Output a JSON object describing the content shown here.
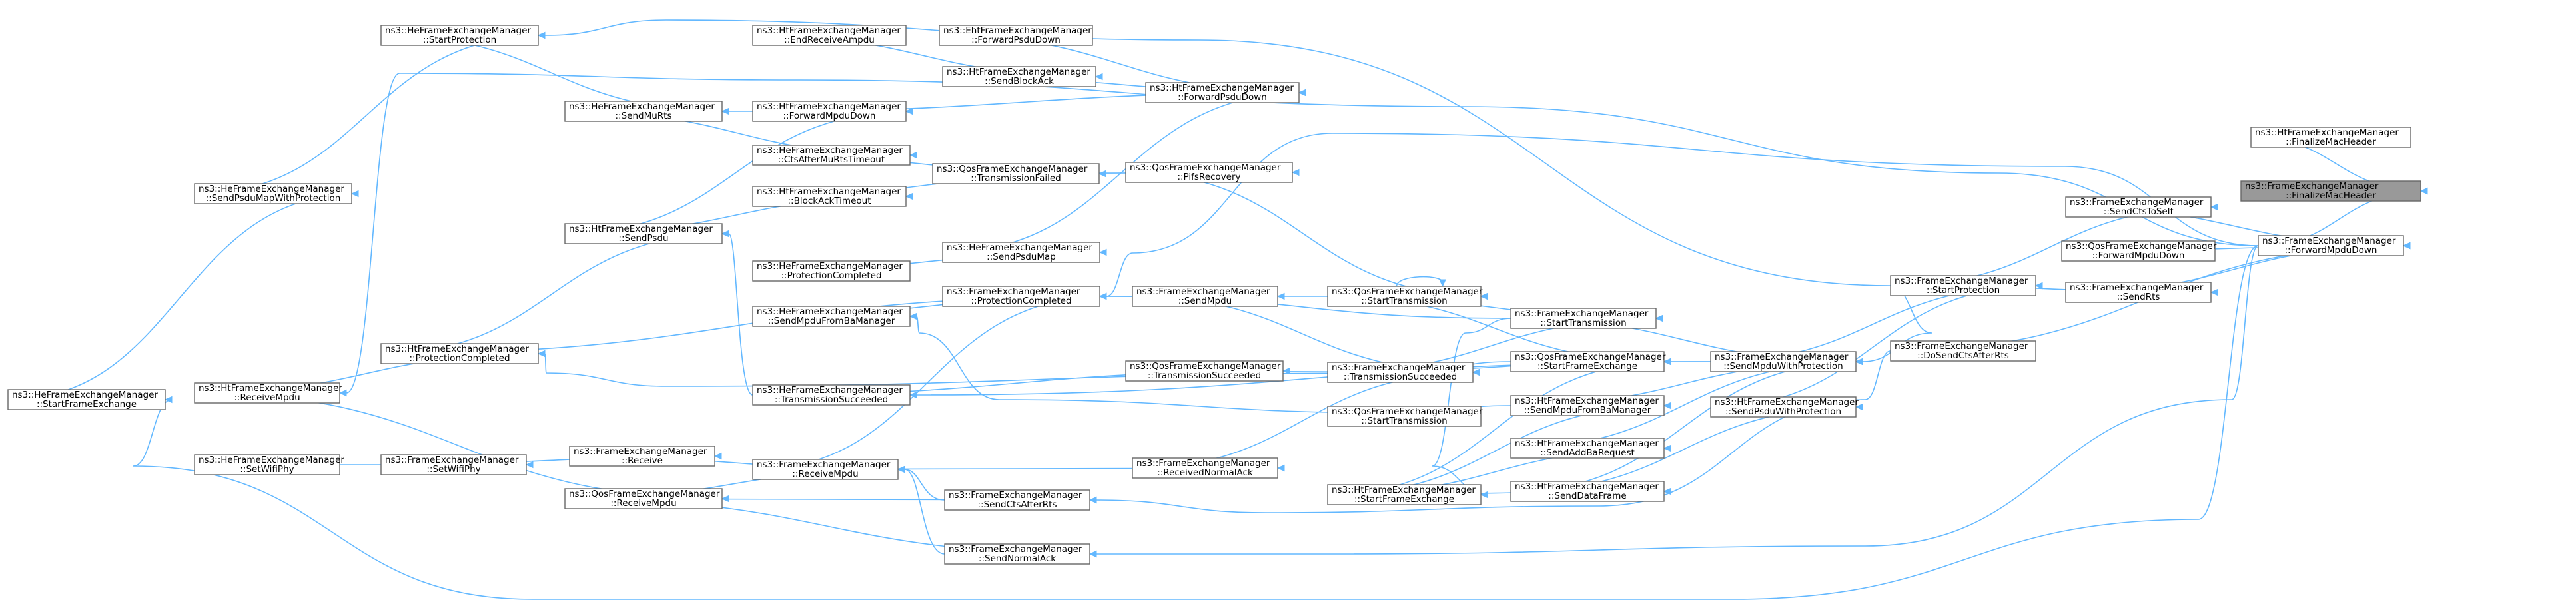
{
  "diagram": {
    "type": "call-graph",
    "colors": {
      "edge": "#63b8ff",
      "node_border": "#666666",
      "root_fill": "#999999",
      "node_fill": "#ffffff"
    },
    "nodes": [
      {
        "id": "root",
        "ns": "ns3::FrameExchangeManager",
        "fn": "::FinalizeMacHeader",
        "root": true
      },
      {
        "id": "n_ht_finalize",
        "ns": "ns3::HtFrameExchangeManager",
        "fn": "::FinalizeMacHeader"
      },
      {
        "id": "n_fem_fwd_mpdu",
        "ns": "ns3::FrameExchangeManager",
        "fn": "::ForwardMpduDown"
      },
      {
        "id": "n_fem_cts_self",
        "ns": "ns3::FrameExchangeManager",
        "fn": "::SendCtsToSelf"
      },
      {
        "id": "n_qos_fwd_mpdu",
        "ns": "ns3::QosFrameExchangeManager",
        "fn": "::ForwardMpduDown"
      },
      {
        "id": "n_fem_sendrts",
        "ns": "ns3::FrameExchangeManager",
        "fn": "::SendRts"
      },
      {
        "id": "n_fem_docts",
        "ns": "ns3::FrameExchangeManager",
        "fn": "::DoSendCtsAfterRts"
      },
      {
        "id": "n_fem_startprot",
        "ns": "ns3::FrameExchangeManager",
        "fn": "::StartProtection"
      },
      {
        "id": "n_fem_mpdu_prot",
        "ns": "ns3::FrameExchangeManager",
        "fn": "::SendMpduWithProtection"
      },
      {
        "id": "n_ht_psdu_prot",
        "ns": "ns3::HtFrameExchangeManager",
        "fn": "::SendPsduWithProtection"
      },
      {
        "id": "n_fem_starttx",
        "ns": "ns3::FrameExchangeManager",
        "fn": "::StartTransmission"
      },
      {
        "id": "n_qos_startfe",
        "ns": "ns3::QosFrameExchangeManager",
        "fn": "::StartFrameExchange"
      },
      {
        "id": "n_ht_mpdu_ba",
        "ns": "ns3::HtFrameExchangeManager",
        "fn": "::SendMpduFromBaManager"
      },
      {
        "id": "n_ht_addba",
        "ns": "ns3::HtFrameExchangeManager",
        "fn": "::SendAddBaRequest"
      },
      {
        "id": "n_ht_dataframe",
        "ns": "ns3::HtFrameExchangeManager",
        "fn": "::SendDataFrame"
      },
      {
        "id": "n_qos_starttx_a",
        "ns": "ns3::QosFrameExchangeManager",
        "fn": "::StartTransmission"
      },
      {
        "id": "n_fem_txsucc",
        "ns": "ns3::FrameExchangeManager",
        "fn": "::TransmissionSucceeded"
      },
      {
        "id": "n_qos_starttx_b",
        "ns": "ns3::QosFrameExchangeManager",
        "fn": "::StartTransmission"
      },
      {
        "id": "n_ht_startfe",
        "ns": "ns3::HtFrameExchangeManager",
        "fn": "::StartFrameExchange"
      },
      {
        "id": "n_ehf_fwd_psdu",
        "ns": "ns3::EhtFrameExchangeManager",
        "fn": "::ForwardPsduDown"
      },
      {
        "id": "n_ht_fwd_psdu",
        "ns": "ns3::HtFrameExchangeManager",
        "fn": "::ForwardPsduDown"
      },
      {
        "id": "n_qos_pifs",
        "ns": "ns3::QosFrameExchangeManager",
        "fn": "::PifsRecovery"
      },
      {
        "id": "n_fem_sendmpdu",
        "ns": "ns3::FrameExchangeManager",
        "fn": "::SendMpdu"
      },
      {
        "id": "n_qos_txsucc",
        "ns": "ns3::QosFrameExchangeManager",
        "fn": "::TransmissionSucceeded"
      },
      {
        "id": "n_fem_rxnack",
        "ns": "ns3::FrameExchangeManager",
        "fn": "::ReceivedNormalAck"
      },
      {
        "id": "n_ht_end_ampdu",
        "ns": "ns3::HtFrameExchangeManager",
        "fn": "::EndReceiveAmpdu"
      },
      {
        "id": "n_ht_sendblockack",
        "ns": "ns3::HtFrameExchangeManager",
        "fn": "::SendBlockAck"
      },
      {
        "id": "n_ht_fwd_mpdu",
        "ns": "ns3::HtFrameExchangeManager",
        "fn": "::ForwardMpduDown"
      },
      {
        "id": "n_he_cts_mu",
        "ns": "ns3::HeFrameExchangeManager",
        "fn": "::CtsAfterMuRtsTimeout"
      },
      {
        "id": "n_qos_txfail",
        "ns": "ns3::QosFrameExchangeManager",
        "fn": "::TransmissionFailed"
      },
      {
        "id": "n_ht_ba_timeout",
        "ns": "ns3::HtFrameExchangeManager",
        "fn": "::BlockAckTimeout"
      },
      {
        "id": "n_he_sendpsdumap",
        "ns": "ns3::HeFrameExchangeManager",
        "fn": "::SendPsduMap"
      },
      {
        "id": "n_he_protcomp",
        "ns": "ns3::HeFrameExchangeManager",
        "fn": "::ProtectionCompleted"
      },
      {
        "id": "n_fem_protcomp",
        "ns": "ns3::FrameExchangeManager",
        "fn": "::ProtectionCompleted"
      },
      {
        "id": "n_he_mpdu_ba",
        "ns": "ns3::HeFrameExchangeManager",
        "fn": "::SendMpduFromBaManager"
      },
      {
        "id": "n_he_txsucc",
        "ns": "ns3::HeFrameExchangeManager",
        "fn": "::TransmissionSucceeded"
      },
      {
        "id": "n_fem_rxmpdu",
        "ns": "ns3::FrameExchangeManager",
        "fn": "::ReceiveMpdu"
      },
      {
        "id": "n_fem_ctsafterrts",
        "ns": "ns3::FrameExchangeManager",
        "fn": "::SendCtsAfterRts"
      },
      {
        "id": "n_fem_sendnack",
        "ns": "ns3::FrameExchangeManager",
        "fn": "::SendNormalAck"
      },
      {
        "id": "n_he_startprot",
        "ns": "ns3::HeFrameExchangeManager",
        "fn": "::StartProtection"
      },
      {
        "id": "n_he_sendmurts",
        "ns": "ns3::HeFrameExchangeManager",
        "fn": "::SendMuRts"
      },
      {
        "id": "n_ht_sendpsdu",
        "ns": "ns3::HtFrameExchangeManager",
        "fn": "::SendPsdu"
      },
      {
        "id": "n_ht_protcomp",
        "ns": "ns3::HtFrameExchangeManager",
        "fn": "::ProtectionCompleted"
      },
      {
        "id": "n_fem_receive",
        "ns": "ns3::FrameExchangeManager",
        "fn": "::Receive"
      },
      {
        "id": "n_fem_setwifiphy",
        "ns": "ns3::FrameExchangeManager",
        "fn": "::SetWifiPhy"
      },
      {
        "id": "n_qos_rxmpdu",
        "ns": "ns3::QosFrameExchangeManager",
        "fn": "::ReceiveMpdu"
      },
      {
        "id": "n_he_psdumap_prot",
        "ns": "ns3::HeFrameExchangeManager",
        "fn": "::SendPsduMapWithProtection"
      },
      {
        "id": "n_ht_rxmpdu",
        "ns": "ns3::HtFrameExchangeManager",
        "fn": "::ReceiveMpdu"
      },
      {
        "id": "n_he_setwifiphy",
        "ns": "ns3::HeFrameExchangeManager",
        "fn": "::SetWifiPhy"
      },
      {
        "id": "n_he_startfe",
        "ns": "ns3::HeFrameExchangeManager",
        "fn": "::StartFrameExchange"
      }
    ]
  }
}
